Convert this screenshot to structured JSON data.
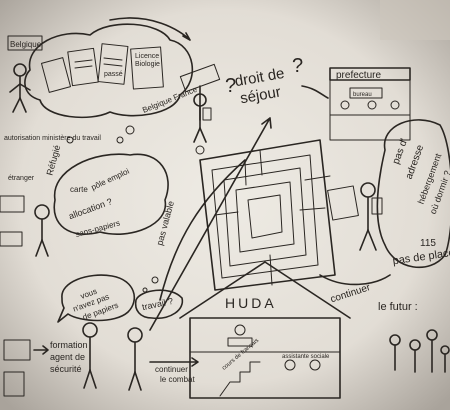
{
  "photo": {
    "subject": "hand-drawn sketch on a paper sheet",
    "texts": {
      "belgique": "Belgique",
      "france": "Belgique France",
      "droit_sejour_1": "droit de",
      "droit_sejour_2": "séjour",
      "prefecture": "prefecture",
      "bureau": "bureau",
      "pas_adresse_1": "pas d'",
      "pas_adresse_2": "adresse",
      "pas_adresse_3": "hébergement",
      "pas_adresse_4": "où dormir ?",
      "pas_adresse_5": "115",
      "pas_de_place": "pas de place",
      "continuer_right": "continuer",
      "le_futur": "le futur :",
      "huda": "HUDA",
      "travail": "travail ?",
      "vous_1": "vous",
      "vous_2": "n'avez pas",
      "vous_3": "de papiers",
      "pas_valable": "pas valable",
      "sans_papiers": "sans-papiers",
      "allocation": "allocation ?",
      "carte": "carte",
      "pole_emploi": "pôle emploi",
      "refugie": "Réfugié",
      "autorisation": "autorisation ministère du travail",
      "etranger": "étranger",
      "formation_1": "formation",
      "formation_2": "agent de",
      "formation_3": "sécurité",
      "continuer_bottom_1": "continuer",
      "continuer_bottom_2": "le combat",
      "cours": "cours de français",
      "assistante": "assistante sociale",
      "licence": "Licence",
      "biologie": "Biologie",
      "passe": "passé"
    },
    "colors": {
      "paper": "#e9e5dd",
      "ink": "#2a2622",
      "shadow": "#9a948c"
    }
  }
}
